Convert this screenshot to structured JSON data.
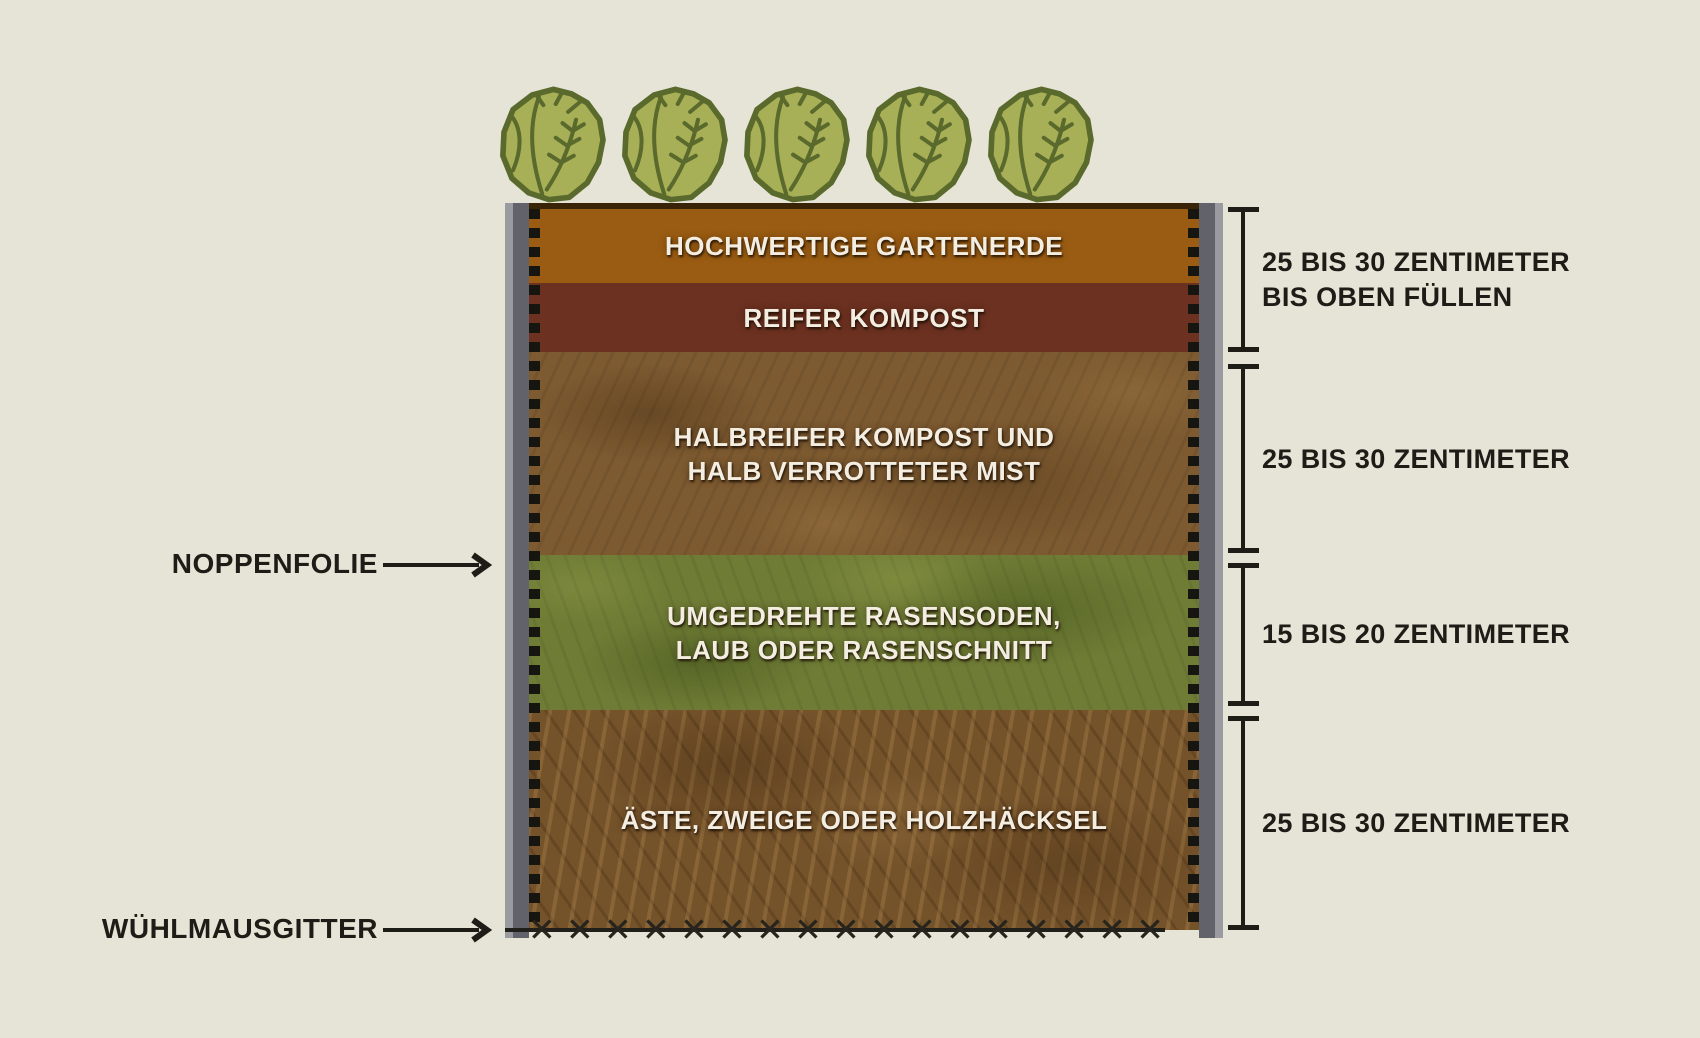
{
  "diagram": {
    "type": "raised-bed-layer-infographic",
    "background_color": "#e5e4d6",
    "frame_color": "#62626a",
    "text_color": "#1d1c17"
  },
  "plants": {
    "kind": "cabbage",
    "count": 5,
    "fill_color": "#a8b057",
    "outline_color": "#5a692c"
  },
  "bed": {
    "layers": [
      {
        "id": "gartenerde",
        "label": "HOCHWERTIGE GARTENERDE",
        "color": "#9a5c12"
      },
      {
        "id": "reifer-kompost",
        "label": "REIFER KOMPOST",
        "color": "#6c3120"
      },
      {
        "id": "halbreifer-kompost",
        "label": "HALBREIFER KOMPOST UND",
        "label2": "HALB VERROTTETER MIST",
        "color": "#7d5a30"
      },
      {
        "id": "rasensoden",
        "label": "UMGEDREHTE RASENSODEN,",
        "label2": "LAUB ODER RASENSCHNITT",
        "color": "#6f7c35"
      },
      {
        "id": "aeste",
        "label": "ÄSTE, ZWEIGE ODER HOLZHÄCKSEL",
        "color": "#74522a"
      }
    ],
    "vole_grid": {
      "glyph": "✕",
      "count": 17
    }
  },
  "left_labels": {
    "noppenfolie": {
      "label": "NOPPENFOLIE"
    },
    "wuehlmausgitter": {
      "label": "WÜHLMAUSGITTER"
    }
  },
  "measurements": [
    {
      "label": "25 BIS 30 ZENTIMETER",
      "label2": "BIS OBEN FÜLLEN"
    },
    {
      "label": "25 BIS 30 ZENTIMETER"
    },
    {
      "label": "15 BIS 20 ZENTIMETER"
    },
    {
      "label": "25 BIS 30 ZENTIMETER"
    }
  ]
}
